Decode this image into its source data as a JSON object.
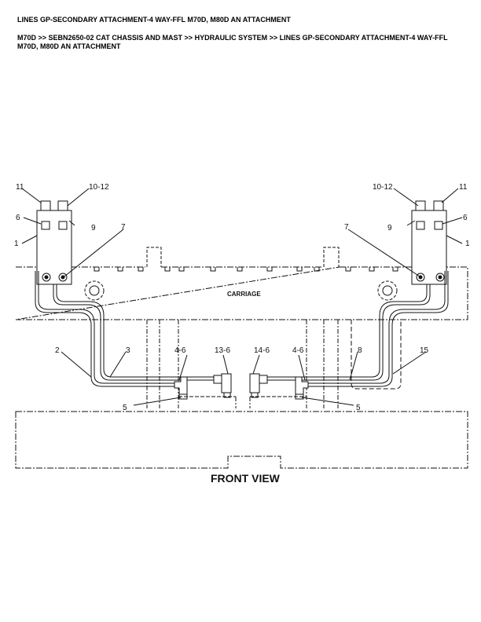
{
  "title": "LINES GP-SECONDARY ATTACHMENT-4 WAY-FFL M70D, M80D AN ATTACHMENT",
  "breadcrumb": "M70D >> SEBN2650-02 CAT CHASSIS AND MAST >> HYDRAULIC SYSTEM >> LINES GP-SECONDARY ATTACHMENT-4 WAY-FFL M70D, M80D AN ATTACHMENT",
  "diagram": {
    "carriage_label": "CARRIAGE",
    "view_label": "FRONT VIEW",
    "callouts": {
      "l11": "11",
      "l10_12": "10-12",
      "l6": "6",
      "l9": "9",
      "l1": "1",
      "l7": "7",
      "r11": "11",
      "r10_12": "10-12",
      "r6": "6",
      "r9": "9",
      "r1": "1",
      "r7": "7",
      "c2": "2",
      "c3": "3",
      "c4_6a": "4-6",
      "c13_6": "13-6",
      "c14_6": "14-6",
      "c4_6b": "4-6",
      "c8": "8",
      "c15": "15",
      "c5a": "5",
      "c5b": "5"
    }
  }
}
